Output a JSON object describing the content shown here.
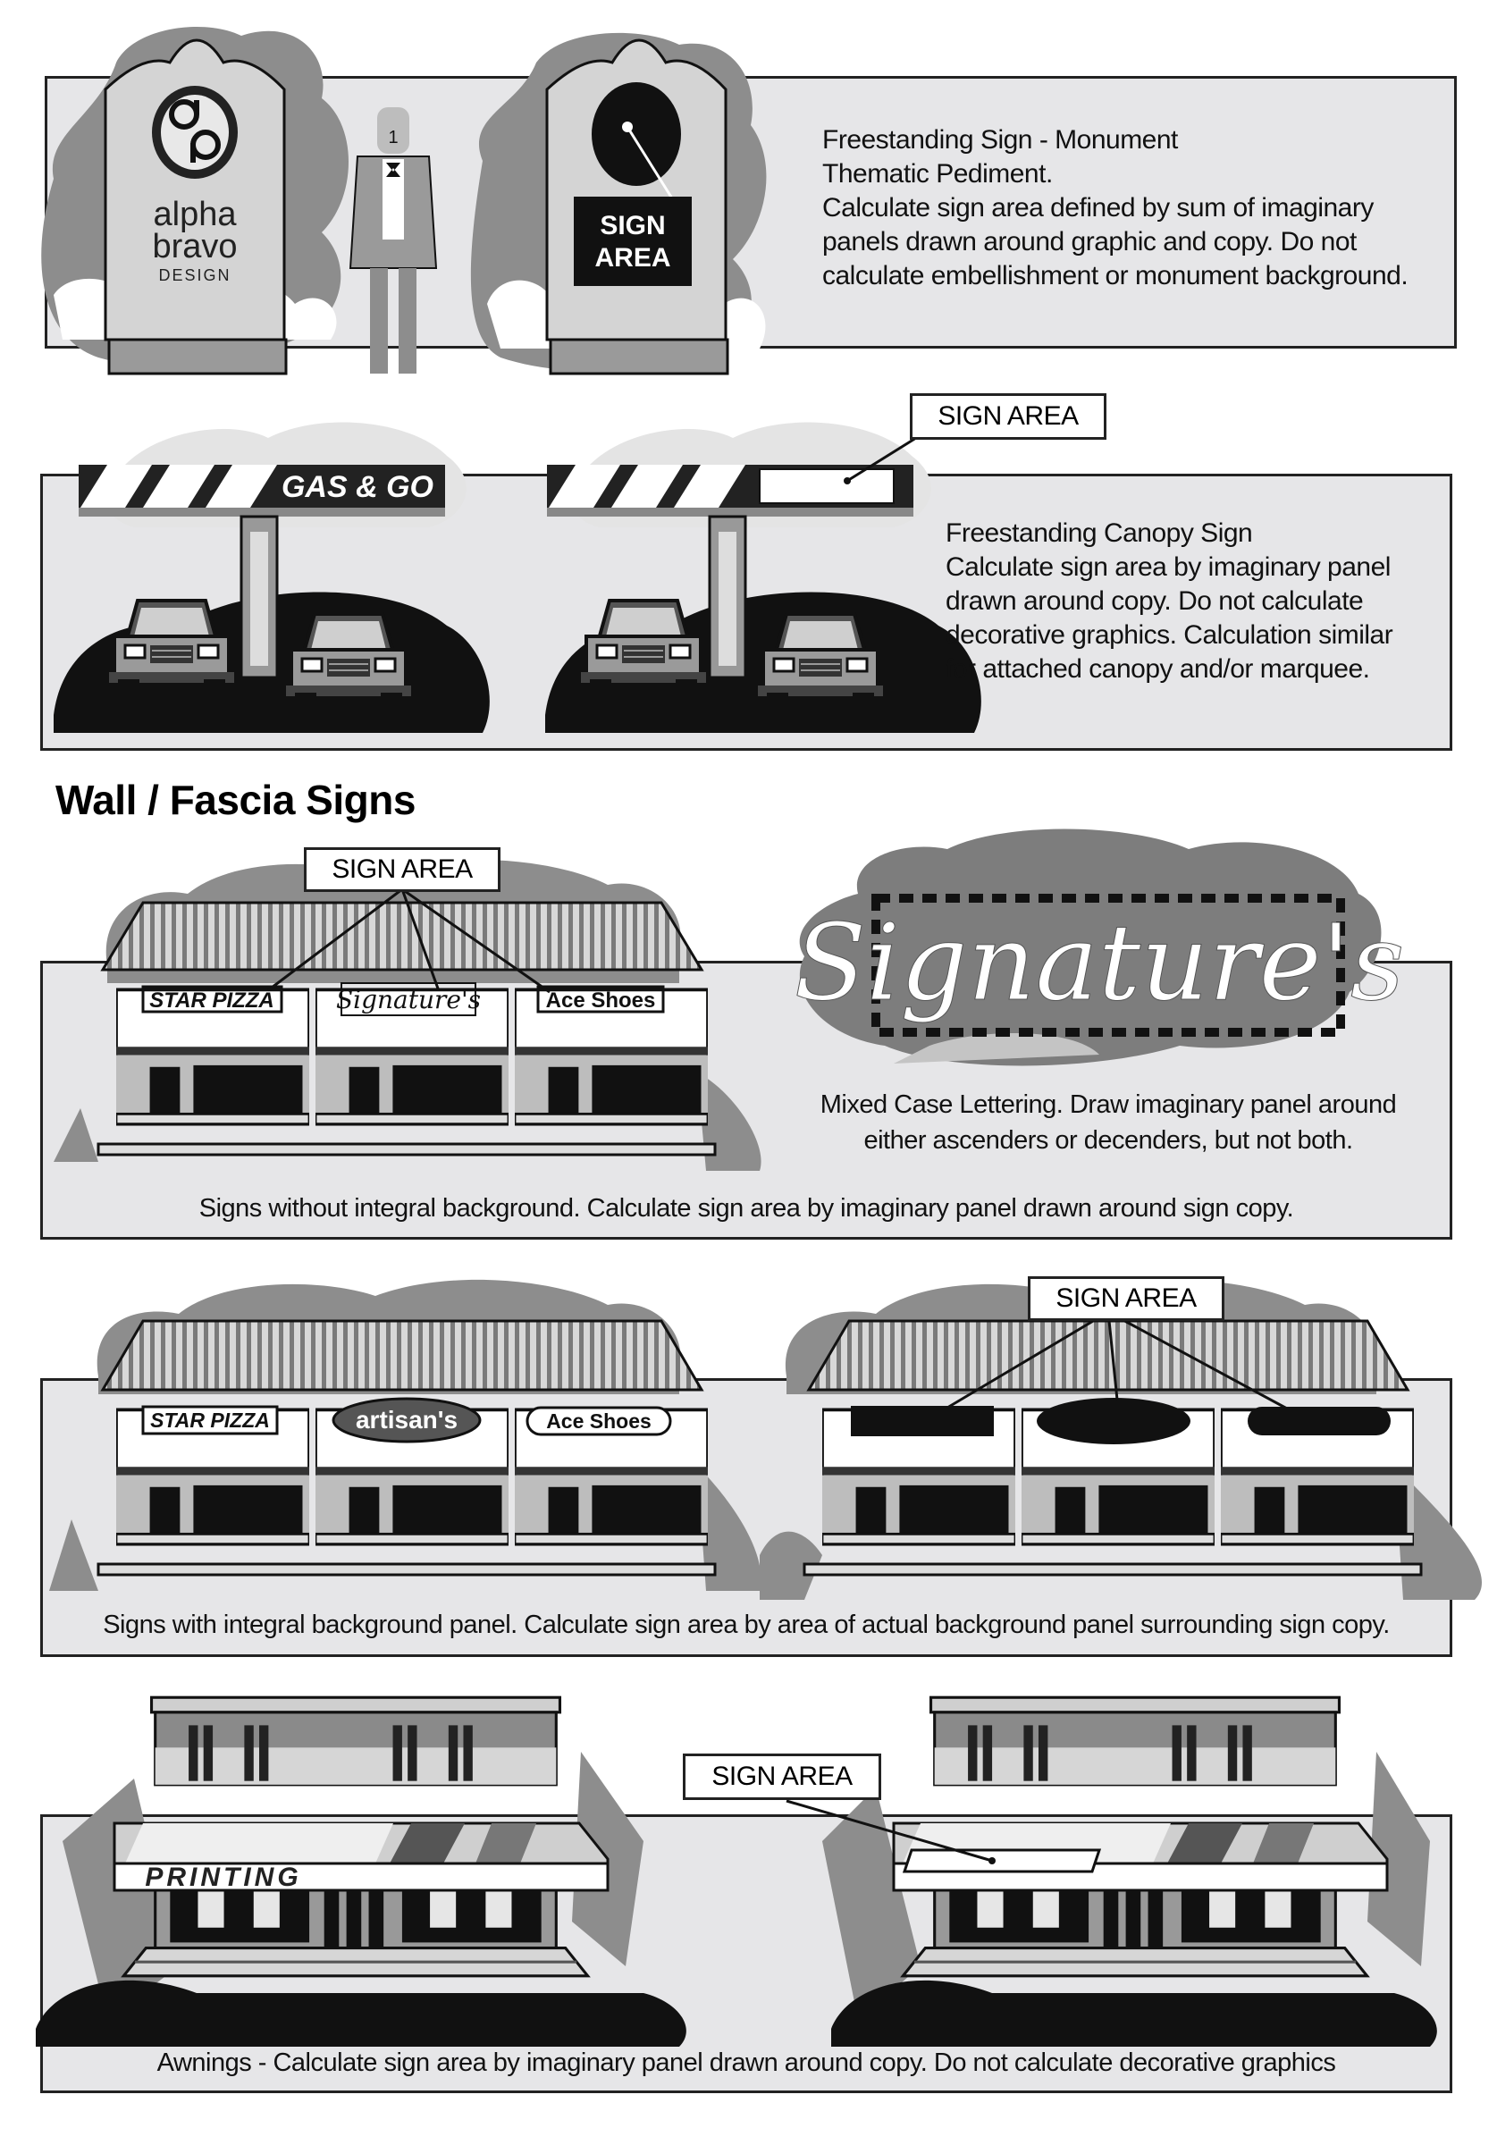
{
  "section1": {
    "logo_line1": "alpha",
    "logo_line2": "bravo",
    "logo_line3": "DESIGN",
    "figure_label": "1",
    "sign_box_line1": "SIGN",
    "sign_box_line2": "AREA",
    "description": [
      "Freestanding Sign - Monument",
      "Thematic Pediment.",
      "Calculate sign area defined by sum of imaginary",
      "panels drawn around graphic and copy. Do not",
      "calculate embellishment or monument background."
    ]
  },
  "section2": {
    "canopy_text": "GAS & GO",
    "callout": "SIGN AREA",
    "description": [
      "Freestanding Canopy Sign",
      "Calculate sign area by imaginary panel",
      "drawn around copy. Do not calculate",
      "decorative graphics. Calculation similar",
      "for attached canopy and/or marquee."
    ]
  },
  "heading": "Wall / Fascia Signs",
  "section3": {
    "callout": "SIGN AREA",
    "store_signs": [
      "STAR PIZZA",
      "Signature's",
      "Ace Shoes"
    ],
    "big_sign": "Signature's",
    "mixed_case_note": [
      "Mixed Case Lettering. Draw imaginary panel around",
      "either ascenders or decenders, but not both."
    ],
    "footer": "Signs without integral background. Calculate sign area by imaginary panel drawn around sign copy."
  },
  "section4": {
    "callout": "SIGN AREA",
    "store_signs": [
      "STAR PIZZA",
      "artisan's",
      "Ace Shoes"
    ],
    "footer": "Signs with integral background panel. Calculate sign area by area of actual background panel surrounding sign copy."
  },
  "section5": {
    "awning_text": "PRINTING",
    "callout": "SIGN AREA",
    "footer": "Awnings - Calculate sign area by imaginary panel drawn around copy. Do not calculate decorative graphics"
  }
}
